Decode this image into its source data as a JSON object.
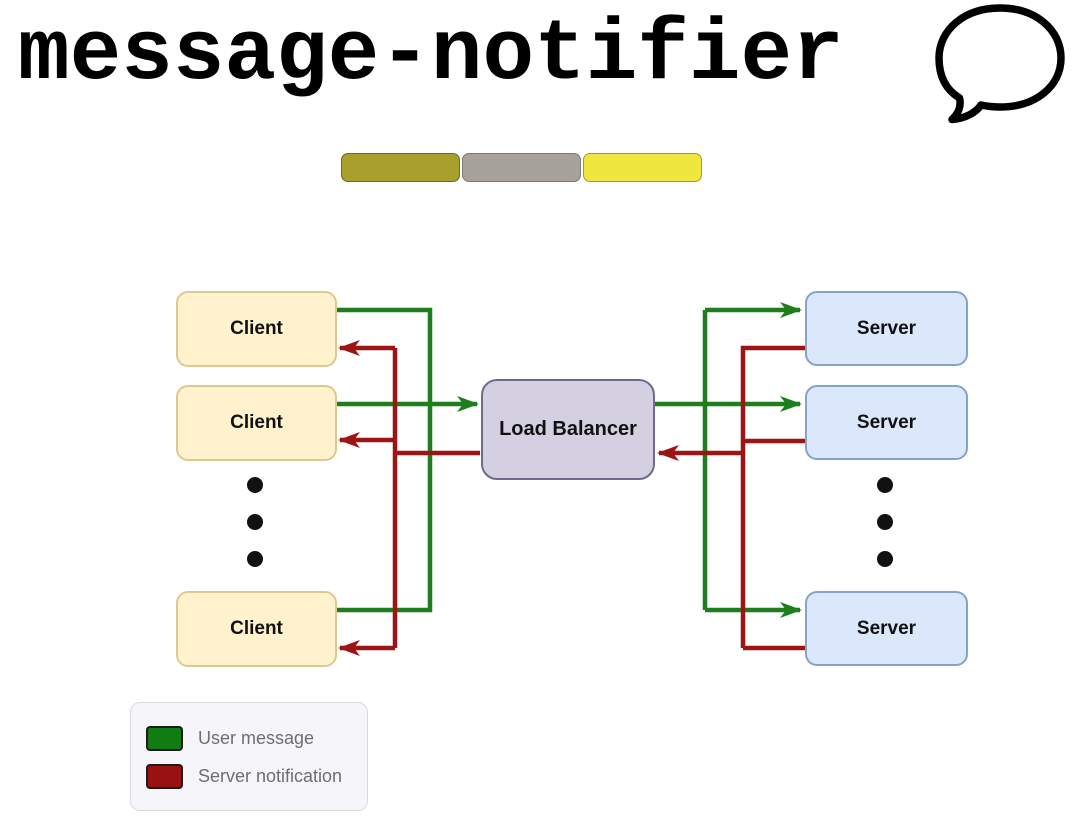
{
  "header": {
    "title": "message-notifier",
    "icon": "speech-bubble"
  },
  "badges": [
    {
      "name": "badge-olive",
      "color": "#a89f2d",
      "border": "#6f6a20"
    },
    {
      "name": "badge-gray",
      "color": "#a7a29b",
      "border": "#7b7873"
    },
    {
      "name": "badge-yellow",
      "color": "#efe73e",
      "border": "#a29b2a"
    }
  ],
  "diagram": {
    "clients": [
      {
        "label": "Client"
      },
      {
        "label": "Client"
      },
      {
        "label": "Client"
      }
    ],
    "load_balancer": {
      "label": "Load Balancer"
    },
    "servers": [
      {
        "label": "Server"
      },
      {
        "label": "Server"
      },
      {
        "label": "Server"
      }
    ]
  },
  "legend": {
    "items": [
      {
        "label": "User message",
        "color": "#117c11"
      },
      {
        "label": "Server notification",
        "color": "#991111"
      }
    ]
  },
  "colors": {
    "user_message_line": "#1e7e1e",
    "server_notification_line": "#9c1414",
    "client_fill": "#fff2cc",
    "client_border": "#ddc98f",
    "server_fill": "#dbe8fb",
    "server_border": "#85a3c6",
    "load_balancer_fill": "#d4d0e2",
    "load_balancer_border": "#6f6a8f"
  }
}
